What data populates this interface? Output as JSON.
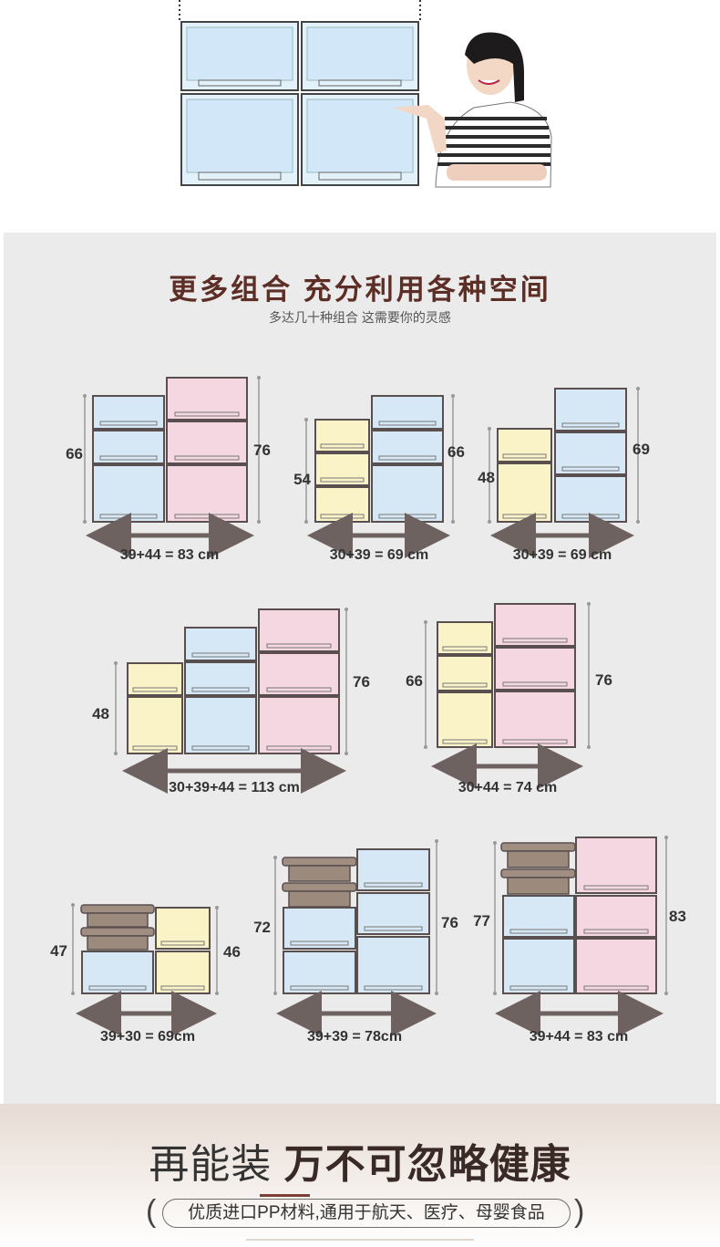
{
  "header": {
    "title": "更多组合 充分利用各种空间",
    "subtitle": "多达几十种组合 这需要你的灵感"
  },
  "combos": [
    {
      "dims": [
        "66",
        "76"
      ],
      "width": "39+44 = 83 cm"
    },
    {
      "dims": [
        "54",
        "66"
      ],
      "width": "30+39 = 69 cm"
    },
    {
      "dims": [
        "48",
        "69"
      ],
      "width": "30+39 = 69 cm"
    },
    {
      "dims": [
        "48",
        "76"
      ],
      "width": "30+39+44 = 113 cm"
    },
    {
      "dims": [
        "66",
        "76"
      ],
      "width": "30+44 = 74 cm"
    },
    {
      "dims": [
        "47",
        "46"
      ],
      "width": "39+30 = 69cm"
    },
    {
      "dims": [
        "72",
        "76"
      ],
      "width": "39+39 = 78cm"
    },
    {
      "dims": [
        "77",
        "83"
      ],
      "width": "39+44 = 83 cm"
    }
  ],
  "footer": {
    "title_part1": "再能装",
    "title_part2": "万不可忽略健康",
    "tagline": "优质进口PP材料,通用于航天、医疗、母婴食品",
    "paren_left": "(",
    "paren_right": ")"
  },
  "colors": {
    "title_brown": "#5d2e25",
    "box_blue": "#d6e8f6",
    "box_pink": "#f5d7e1",
    "box_yellow": "#fbf3c8",
    "lid_taupe": "#a08e80",
    "frame": "#5a4f4f"
  }
}
